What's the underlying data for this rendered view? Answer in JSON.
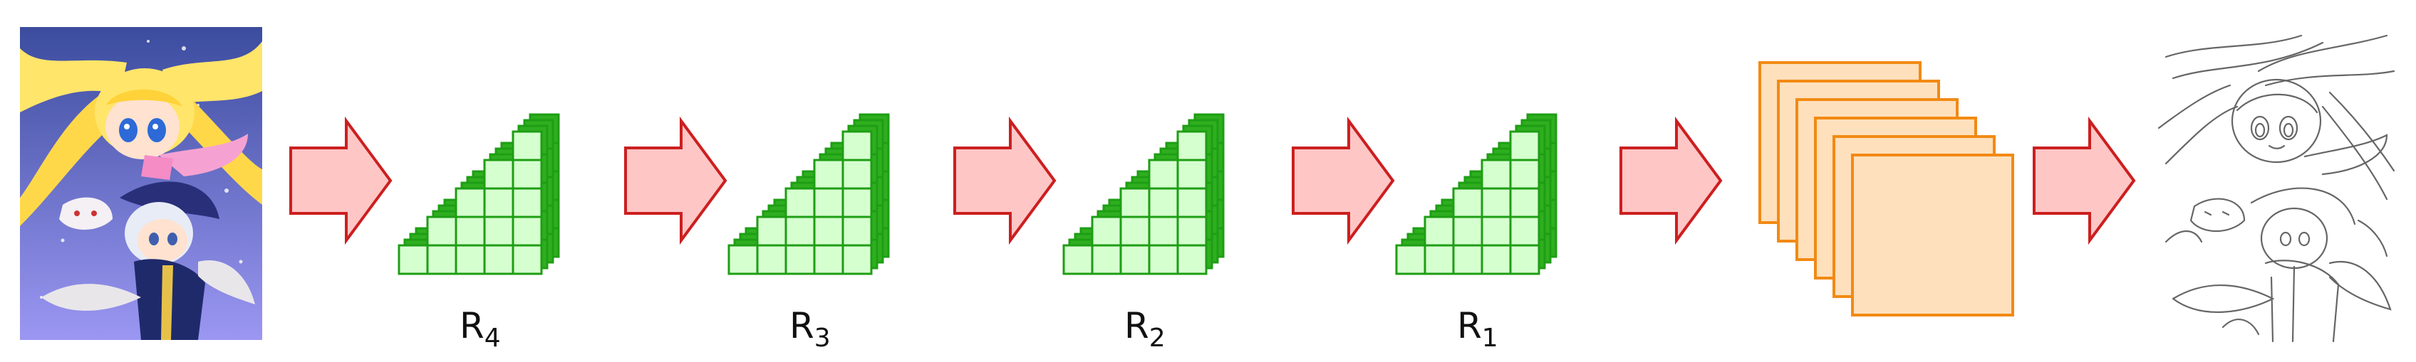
{
  "colors": {
    "arrow_fill": "#ffc6c6",
    "arrow_stroke": "#cc1f1f",
    "cube_fill": "#d6ffd0",
    "cube_stroke": "#1e9e14",
    "cube_side": "#2fae1f",
    "feature_fill": "#ffe0bc",
    "feature_stroke": "#f28a14",
    "input_bg_top": "#3b4c9e",
    "input_bg_bottom": "#8f8ff0"
  },
  "pipeline": {
    "input_image": "input-illustration",
    "output_image": "output-line-sketch",
    "blocks": [
      {
        "id": "r4",
        "letter": "R",
        "sub": "4"
      },
      {
        "id": "r3",
        "letter": "R",
        "sub": "3"
      },
      {
        "id": "r2",
        "letter": "R",
        "sub": "2"
      },
      {
        "id": "r1",
        "letter": "R",
        "sub": "1"
      }
    ],
    "feature_maps": 6,
    "arrows": 6
  }
}
